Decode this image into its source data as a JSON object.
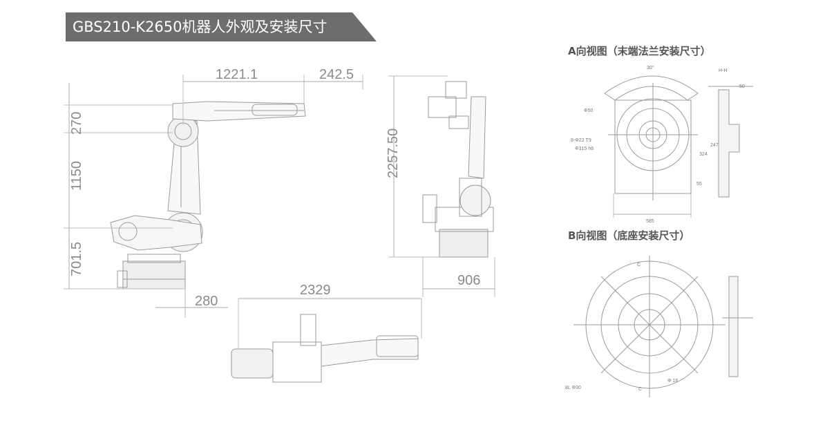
{
  "title": "GBS210-K2650机器人外观及安装尺寸",
  "colors": {
    "banner": "#6d6d6d",
    "line": "#9a9a9a",
    "dim_text": "#8a8a8a",
    "label": "#555555"
  },
  "side_view": {
    "dims": {
      "top_reach": "1221.1",
      "top_offset": "242.5",
      "h1": "270",
      "h2": "1150",
      "h3": "701.5",
      "base_offset": "280"
    }
  },
  "front_view": {
    "dims": {
      "height": "2257.50",
      "width": "906"
    }
  },
  "top_view": {
    "dims": {
      "length": "2329"
    }
  },
  "view_a": {
    "label": "A向视图（末端法兰安装尺寸）",
    "section_mark": "H-H",
    "texts": {
      "angle": "30°",
      "dia": "Φ50",
      "d1": "50",
      "w": "585",
      "s1": "247",
      "s2": "324",
      "s3": "55",
      "holes": "8-Φ22 T9",
      "bore": "Φ315 h8"
    }
  },
  "view_b": {
    "label": "B向视图（底座安装尺寸）",
    "texts": {
      "c1": "C",
      "c2": "C",
      "hole": "Φ 18",
      "note": "8L Φ30"
    }
  }
}
